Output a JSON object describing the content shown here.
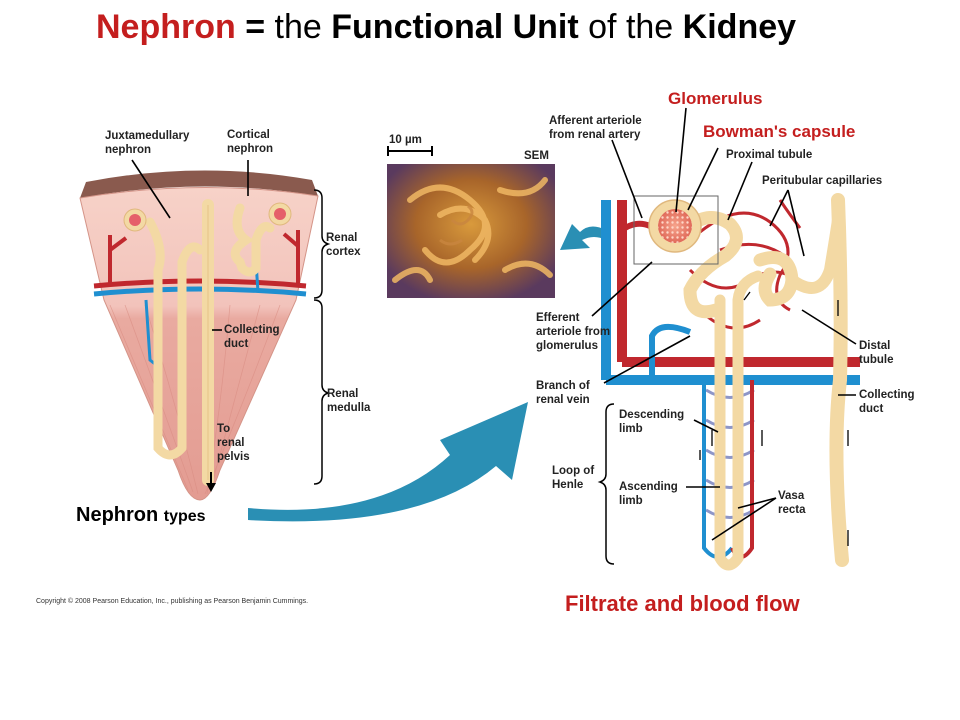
{
  "title": {
    "word_nephron": "Nephron",
    "equals": "=",
    "the": "the",
    "functional_unit": "Functional Unit",
    "of_the": "of the",
    "kidney": "Kidney"
  },
  "left_panel": {
    "juxtamedullary": [
      "Juxtamedullary",
      "nephron"
    ],
    "cortical": [
      "Cortical",
      "nephron"
    ],
    "renal_cortex": [
      "Renal",
      "cortex"
    ],
    "renal_medulla": [
      "Renal",
      "medulla"
    ],
    "collecting_duct": [
      "Collecting",
      "duct"
    ],
    "to_renal_pelvis": [
      "To",
      "renal",
      "pelvis"
    ],
    "caption_main": "Nephron",
    "caption_small": "types"
  },
  "sem": {
    "scale": "10 µm",
    "label": "SEM"
  },
  "right_panel": {
    "glomerulus": "Glomerulus",
    "bowmans_capsule": "Bowman's capsule",
    "afferent": [
      "Afferent arteriole",
      "from renal artery"
    ],
    "proximal_tubule": "Proximal tubule",
    "peritubular": "Peritubular capillaries",
    "efferent": [
      "Efferent",
      "arteriole from",
      "glomerulus"
    ],
    "branch_renal_vein": [
      "Branch of",
      "renal vein"
    ],
    "descending_limb": [
      "Descending",
      "limb"
    ],
    "loop_of_henle": [
      "Loop of",
      "Henle"
    ],
    "ascending_limb": [
      "Ascending",
      "limb"
    ],
    "vasa_recta": [
      "Vasa",
      "recta"
    ],
    "distal_tubule": [
      "Distal",
      "tubule"
    ],
    "collecting_duct": [
      "Collecting",
      "duct"
    ]
  },
  "flow_caption": "Filtrate and blood flow",
  "copyright": "Copyright © 2008 Pearson Education, Inc., publishing as Pearson Benjamin Cummings.",
  "colors": {
    "title_red": "#c41e1e",
    "tubule": "#f3d9a4",
    "artery": "#c0282e",
    "vein": "#1f8fd0",
    "arrow_teal": "#2a8fb4",
    "cortex": "#f2c6bf",
    "medulla": "#e8a49a",
    "capsule_brown": "#8a5a4e"
  }
}
